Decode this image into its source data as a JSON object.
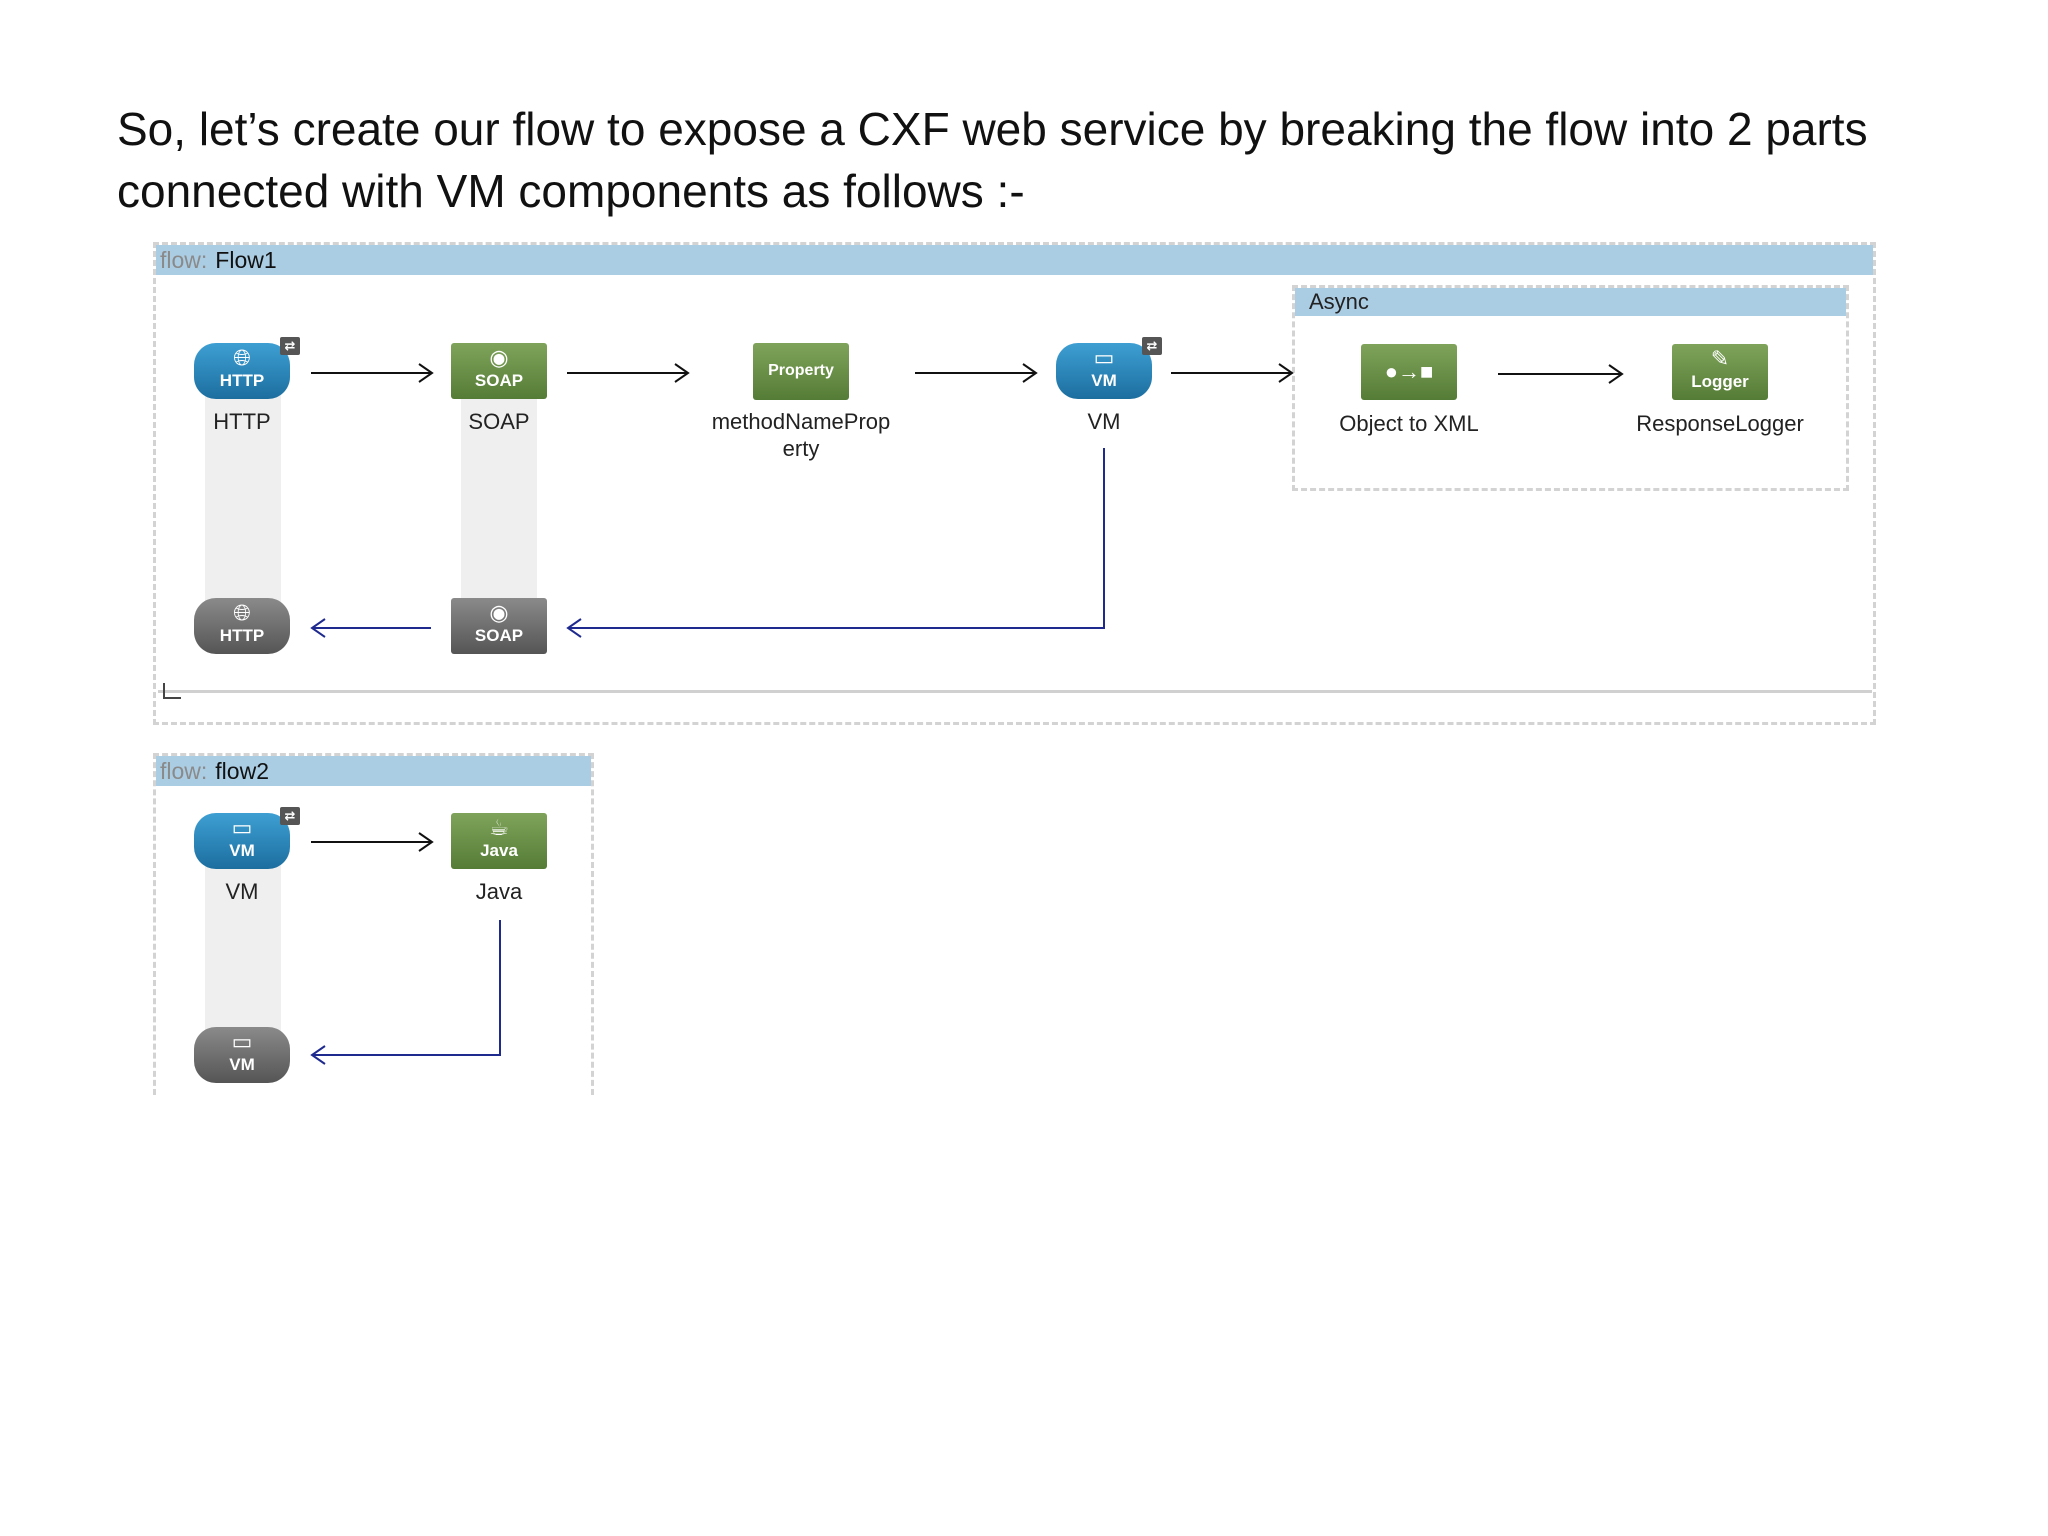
{
  "heading": "So, let’s create our flow to expose a CXF web service by breaking the flow into 2 parts connected with VM components as follows :-",
  "flow1": {
    "keyword": "flow:",
    "name": "Flow1",
    "nodes": [
      {
        "tag": "HTTP",
        "label": "HTTP",
        "icon": "globe-icon",
        "color": "#2a85bd"
      },
      {
        "tag": "SOAP",
        "label": "SOAP",
        "icon": "soap-globe-icon",
        "color": "#6a9146"
      },
      {
        "tag": "Property",
        "label": "methodNameProp\nerty",
        "icon": "property-icon",
        "color": "#6a9146"
      },
      {
        "tag": "VM",
        "label": "VM",
        "icon": "vm-pipe-icon",
        "color": "#2a85bd"
      }
    ],
    "return_nodes": [
      {
        "tag": "HTTP",
        "icon": "globe-icon"
      },
      {
        "tag": "SOAP",
        "icon": "soap-globe-icon"
      }
    ],
    "async": {
      "title": "Async",
      "nodes": [
        {
          "tag": "",
          "label": "Object to XML",
          "icon": "transformer-icon"
        },
        {
          "tag": "Logger",
          "label": "ResponseLogger",
          "icon": "logger-icon"
        }
      ]
    },
    "exchange_glyph": "⇄"
  },
  "flow2": {
    "keyword": "flow:",
    "name": "flow2",
    "nodes": [
      {
        "tag": "VM",
        "label": "VM",
        "icon": "vm-pipe-icon"
      },
      {
        "tag": "Java",
        "label": "Java",
        "icon": "java-icon"
      }
    ],
    "return_nodes": [
      {
        "tag": "VM",
        "icon": "vm-pipe-icon"
      }
    ],
    "exchange_glyph": "⇄"
  }
}
